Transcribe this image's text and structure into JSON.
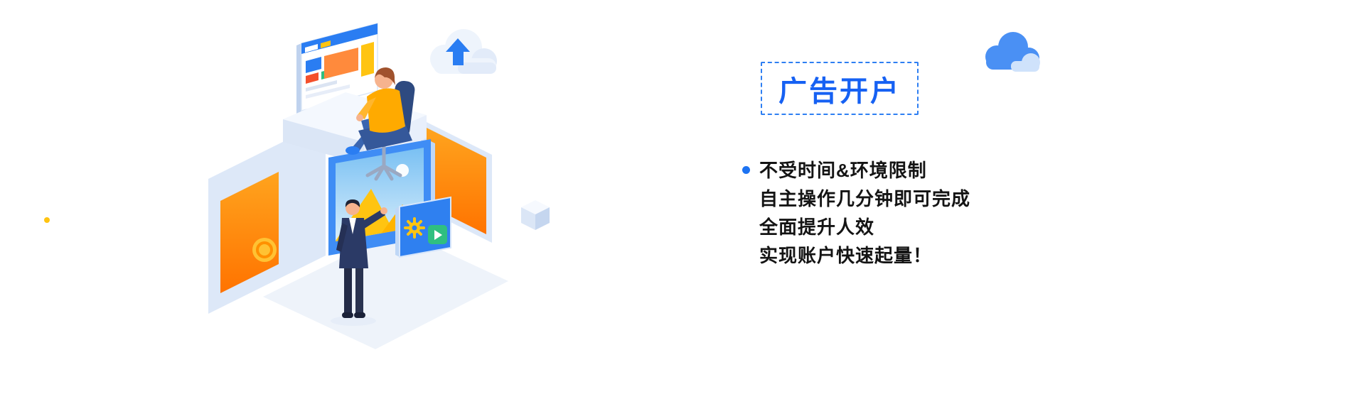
{
  "banner": {
    "title": "广告开户",
    "benefits": [
      "不受时间&环境限制",
      "自主操作几分钟即可完成",
      "全面提升人效",
      "实现账户快速起量！"
    ]
  },
  "colors": {
    "accent_blue": "#2e7ff2",
    "title_blue": "#1661f3",
    "text_dark": "#141414",
    "orange": "#ff8a1e",
    "yellow": "#ffc411",
    "green": "#2fbf80",
    "light_blue": "#dde8f8"
  },
  "icons": {
    "cloud-upload-icon": "white cloud with blue upward arrow",
    "cloud-icon": "blue cloud decoration",
    "gear-icon": "yellow gear on screen",
    "play-icon": "green tile with white play triangle",
    "coin-icon": "orange coin in window",
    "cube-icon": "isometric cube decoration",
    "bullet-dot": "blue list bullet",
    "dot-decoration": "small yellow dot"
  }
}
